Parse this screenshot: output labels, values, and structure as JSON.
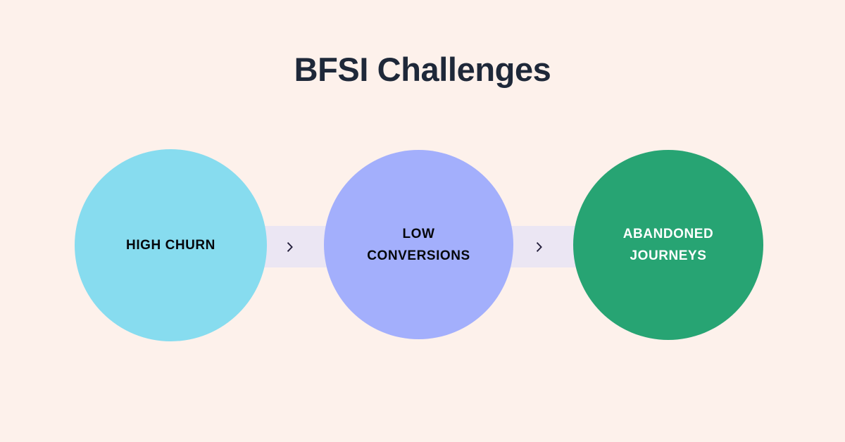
{
  "page": {
    "background_color": "#fdf1eb",
    "title": "BFSI Challenges",
    "title_color": "#1e2839"
  },
  "diagram": {
    "type": "horizontal-flow",
    "connector_color": "#ebe6f3",
    "connector_icon": "chevron-right-icon",
    "connector_icon_color": "#241f3b",
    "nodes": [
      {
        "id": "high-churn",
        "label": "HIGH CHURN",
        "fill_color": "#87dcef",
        "text_color": "#05070b"
      },
      {
        "id": "low-conversions",
        "label": "LOW\nCONVERSIONS",
        "fill_color": "#a3affc",
        "text_color": "#05070b"
      },
      {
        "id": "abandoned-journeys",
        "label": "ABANDONED\nJOURNEYS",
        "fill_color": "#27a473",
        "text_color": "#ffffff"
      }
    ]
  }
}
